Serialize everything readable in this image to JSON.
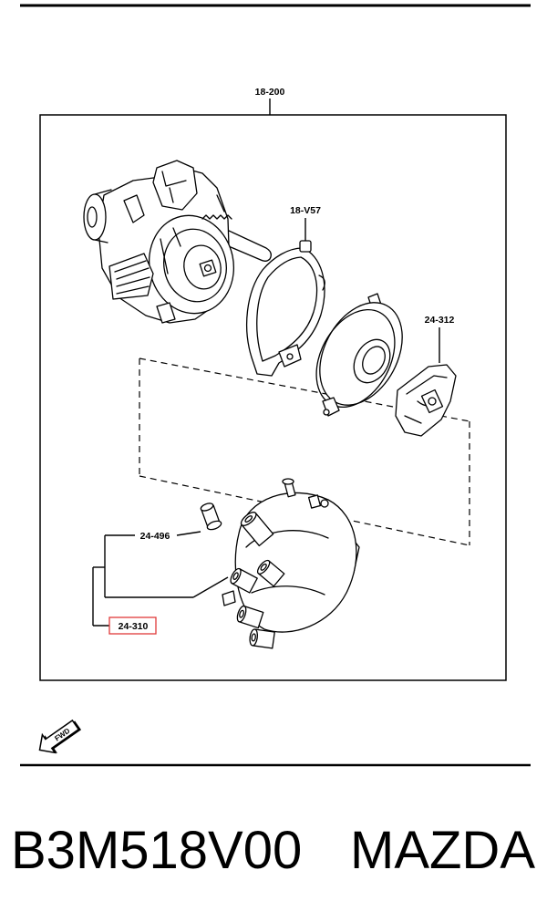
{
  "diagram": {
    "callouts": [
      {
        "label": "18-200",
        "highlighted": false
      },
      {
        "label": "18-V57",
        "highlighted": false
      },
      {
        "label": "24-312",
        "highlighted": false
      },
      {
        "label": "24-496",
        "highlighted": false
      },
      {
        "label": "24-310",
        "highlighted": true
      }
    ],
    "fwd_label": "FWD",
    "icons": {
      "direction": "fwd-arrow-icon"
    }
  },
  "footer": {
    "part_number": "B3M518V00",
    "brand": "MAZDA"
  },
  "colors": {
    "line": "#000000",
    "highlight": "#e03a3a",
    "background": "#ffffff"
  }
}
